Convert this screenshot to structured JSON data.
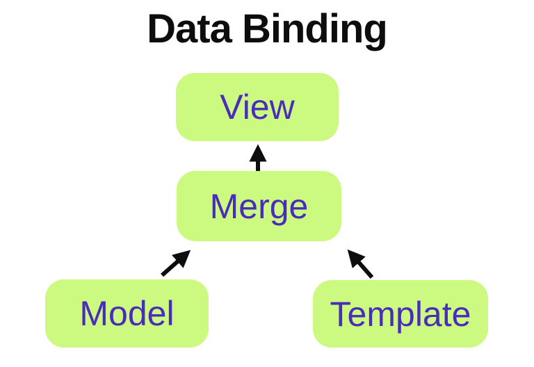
{
  "title": "Data Binding",
  "colors": {
    "node_fill": "#ccf97f",
    "node_text": "#4a2cba",
    "arrow": "#0d0d0d",
    "title_text": "#0d0d0d",
    "background": "#ffffff"
  },
  "nodes": {
    "view": {
      "label": "View"
    },
    "merge": {
      "label": "Merge"
    },
    "model": {
      "label": "Model"
    },
    "template": {
      "label": "Template"
    }
  },
  "edges": [
    {
      "from": "Merge",
      "to": "View"
    },
    {
      "from": "Model",
      "to": "Merge"
    },
    {
      "from": "Template",
      "to": "Merge"
    }
  ]
}
